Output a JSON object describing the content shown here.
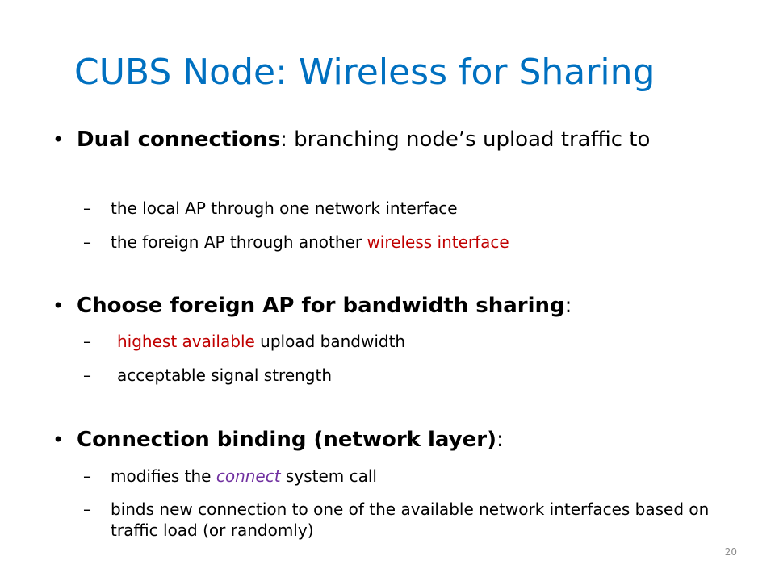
{
  "slide": {
    "title": "CUBS Node: Wireless for Sharing",
    "bullet_char": "•",
    "dash_char": "–",
    "slide_number": "20",
    "colors": {
      "title": "#0070c0",
      "highlight_red": "#c00000",
      "highlight_purple": "#7030a0"
    }
  },
  "bullets": [
    {
      "bold": "Dual connections",
      "rest": ": branching node’s upload traffic to",
      "sub": [
        {
          "text": "the local AP through one network interface"
        },
        {
          "pre": "the foreign AP through another ",
          "highlight": "wireless interface"
        }
      ]
    },
    {
      "bold": "Choose foreign AP for bandwidth sharing",
      "rest": ":",
      "sub": [
        {
          "highlight": "highest available",
          "post": " upload bandwidth"
        },
        {
          "text": "acceptable signal strength"
        }
      ]
    },
    {
      "bold": "Connection binding (network layer)",
      "rest": ":",
      "sub": [
        {
          "pre": "modifies the ",
          "highlight": "connect",
          "post": " system call"
        },
        {
          "text": "binds new connection to one of the available network interfaces based on traffic load (or randomly)"
        }
      ]
    }
  ]
}
